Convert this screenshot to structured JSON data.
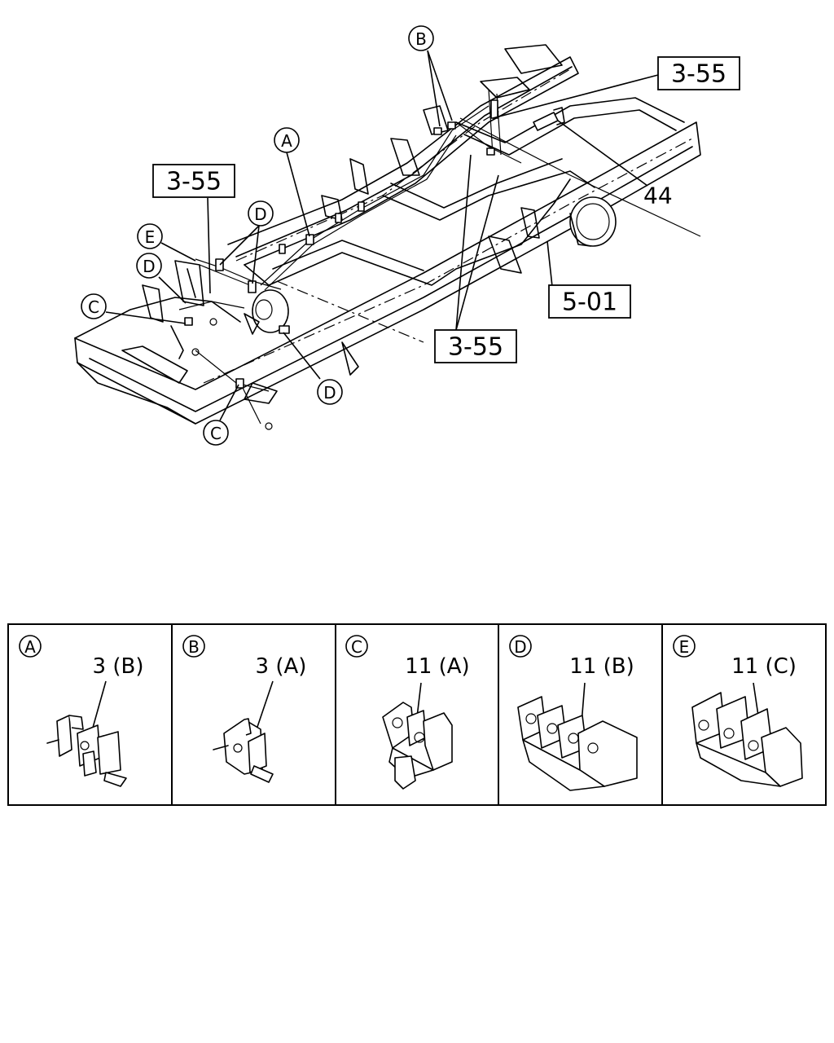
{
  "callouts": {
    "A": "A",
    "B": "B",
    "C1": "C",
    "C2": "C",
    "D1": "D",
    "D2": "D",
    "D3": "D",
    "E": "E"
  },
  "refs": {
    "ref_top_right": "3-55",
    "ref_left": "3-55",
    "ref_bottom": "3-55",
    "ref_frame": "5-01"
  },
  "part_44": "44",
  "legend": [
    {
      "key": "A",
      "part": "3 (B)"
    },
    {
      "key": "B",
      "part": "3 (A)"
    },
    {
      "key": "C",
      "part": "11 (A)"
    },
    {
      "key": "D",
      "part": "11 (B)"
    },
    {
      "key": "E",
      "part": "11 (C)"
    }
  ]
}
